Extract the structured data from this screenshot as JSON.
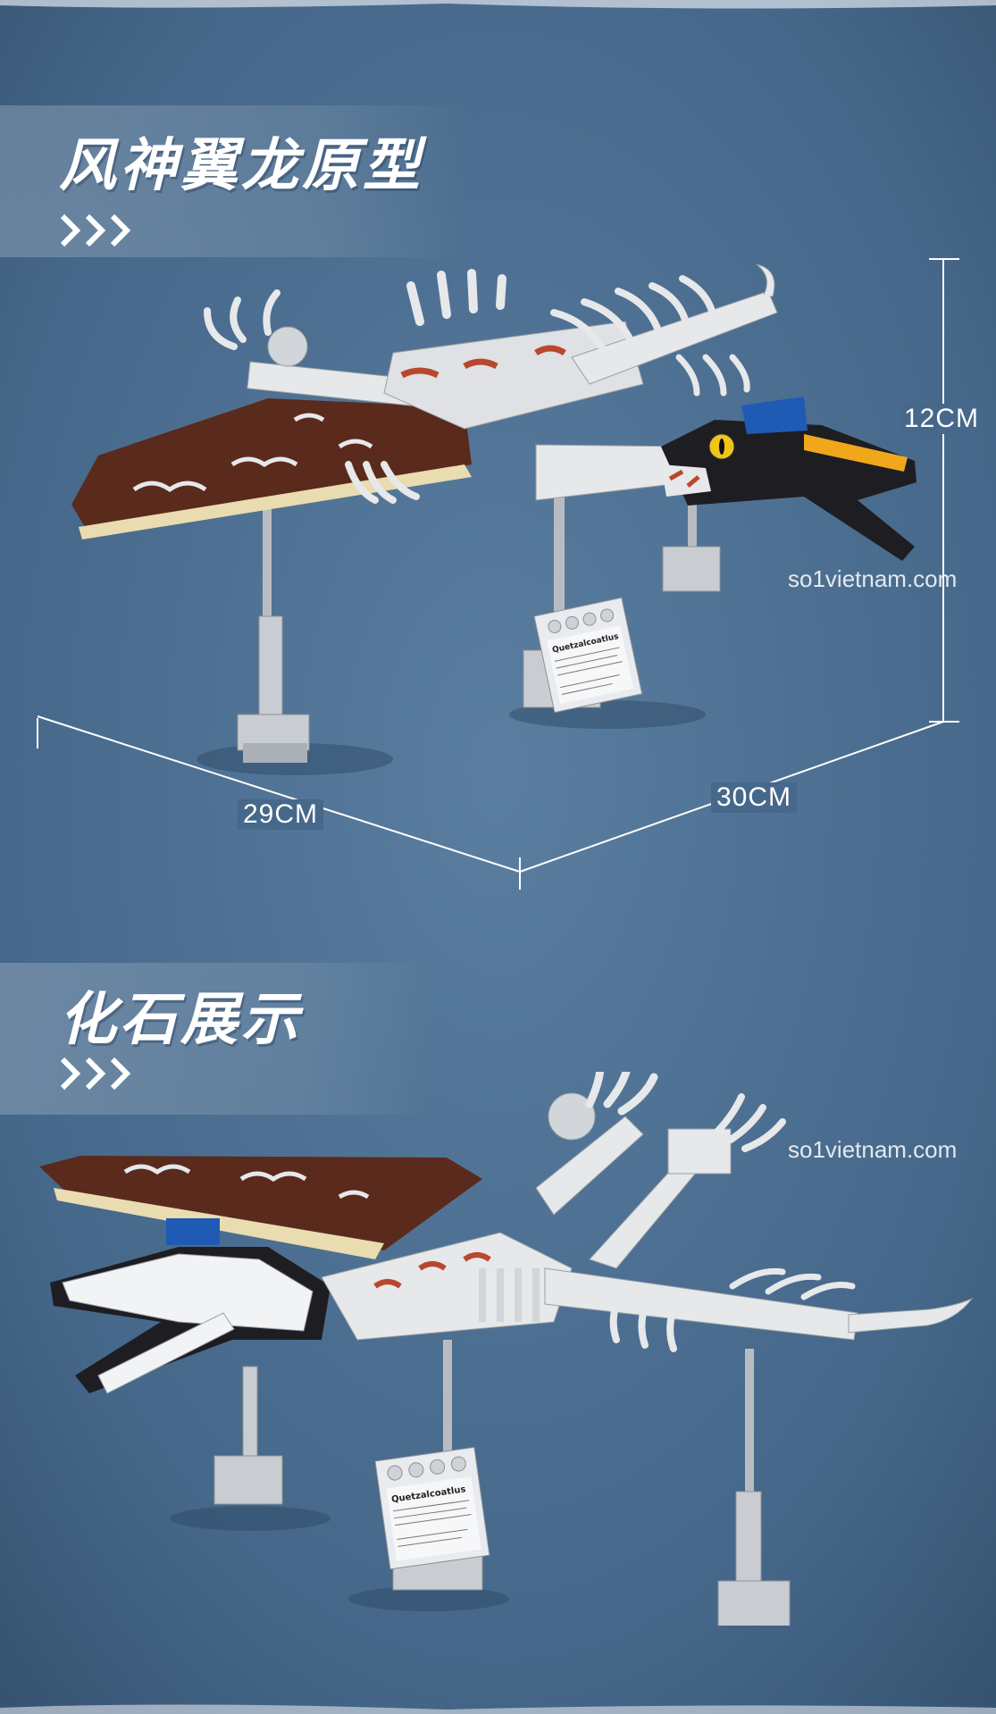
{
  "section1": {
    "title": "风神翼龙原型",
    "dim_height": "12CM",
    "dim_left": "29CM",
    "dim_right": "30CM",
    "placard_name": "Quetzalcoatlus"
  },
  "section2": {
    "title": "化石展示",
    "placard_name": "Quetzalcoatlus"
  },
  "watermark": "so1vietnam.com",
  "colors": {
    "background": "#46688a",
    "wing_brown": "#5a2a1c",
    "wing_tan": "#e9dcb0",
    "bone_white": "#e6e8ea",
    "beak_black": "#1e1e22",
    "crest_blue": "#1f5bb5",
    "eye_yellow": "#f0c419"
  }
}
